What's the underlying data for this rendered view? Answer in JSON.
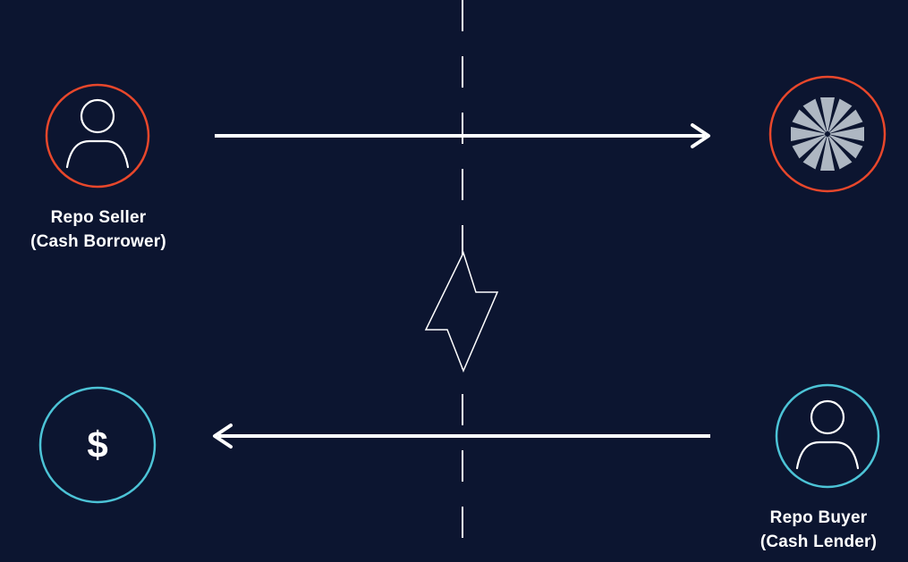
{
  "colors": {
    "background": "#0c1530",
    "seller_ring": "#e8472b",
    "buyer_ring": "#4cc3d6",
    "line": "#ffffff",
    "collateral_icon": "#aeb7c2"
  },
  "seller": {
    "icon": "person-icon",
    "label_line1": "Repo Seller",
    "label_line2": "(Cash Borrower)"
  },
  "buyer": {
    "icon": "person-icon",
    "label_line1": "Repo Buyer",
    "label_line2": "(Cash Lender)"
  },
  "collateral": {
    "icon": "pinwheel-icon"
  },
  "cash": {
    "icon": "dollar-icon",
    "symbol": "$"
  },
  "center": {
    "icon": "lightning-bolt-icon",
    "divider": "dashed-line"
  }
}
